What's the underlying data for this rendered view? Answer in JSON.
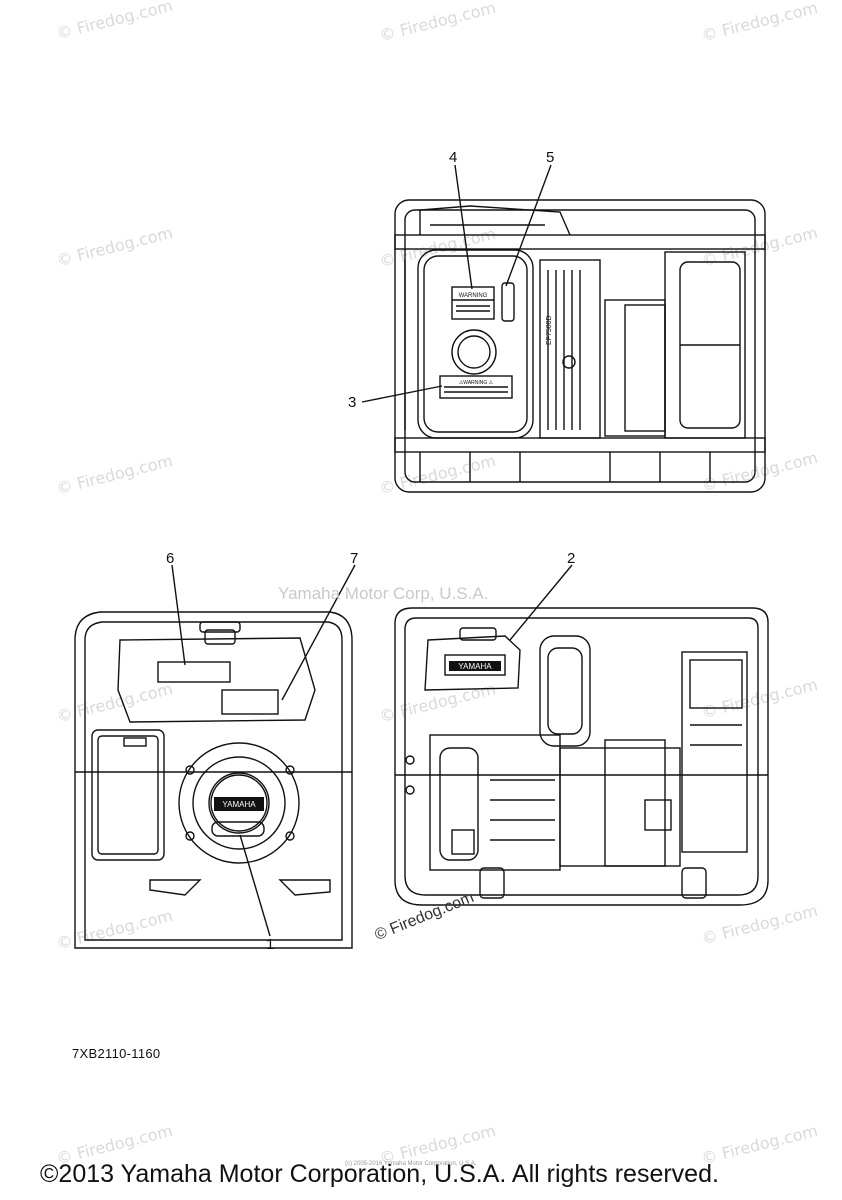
{
  "watermarks": {
    "firedog": "© Firedog.com",
    "yamaha_center": "Yamaha Motor Corp, U.S.A.",
    "dark": "© Firedog.com"
  },
  "callouts": [
    "1",
    "2",
    "3",
    "4",
    "5",
    "6",
    "7"
  ],
  "labels": {
    "warning": "WARNING",
    "caution": "⚠WARNING ⚠",
    "brand": "YAMAHA",
    "model": "EF7500D"
  },
  "part_code": "7XB2110-1160",
  "tiny_note": "(c) 2005-2016 Yamaha Motor Corporation, U.S.A.",
  "copyright": "©2013 Yamaha Motor Corporation, U.S.A. All rights reserved."
}
